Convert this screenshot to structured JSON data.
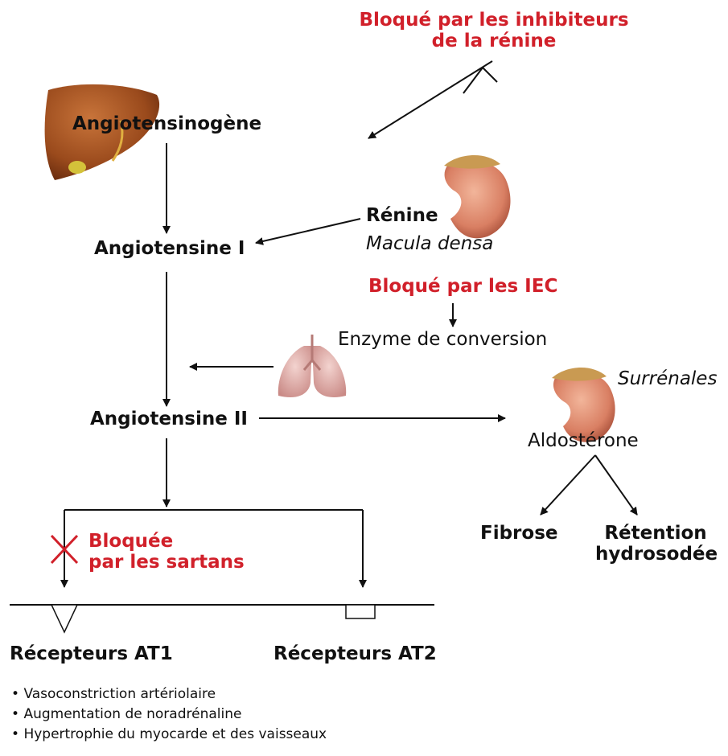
{
  "nodes": {
    "angiotensinogene": "Angiotensinogène",
    "angiotensine_1": "Angiotensine I",
    "angiotensine_2": "Angiotensine II",
    "renine": "Rénine",
    "macula_densa": "Macula densa",
    "enzyme": "Enzyme de conversion",
    "aldosterone": "Aldostérone",
    "surrenales": "Surrénales",
    "fibrose": "Fibrose",
    "retention_line1": "Rétention",
    "retention_line2": "hydrosodée",
    "recepteurs_at1": "Récepteurs AT1",
    "recepteurs_at2": "Récepteurs AT2"
  },
  "blockers": {
    "renine_line1": "Bloqué par les inhibiteurs",
    "renine_line2": "de la rénine",
    "iec": "Bloqué par les IEC",
    "sartans_line1": "Bloquée",
    "sartans_line2": "par les sartans"
  },
  "at1_effects": [
    "Vasoconstriction artériolaire",
    "Augmentation de noradrénaline",
    "Hypertrophie du myocarde et des vaisseaux"
  ],
  "colors": {
    "blocker_red": "#d1202a",
    "liver": "#9a4a1c",
    "kidney": "#d97f63",
    "lungs": "#d9a3a0"
  },
  "icons": [
    "liver-icon",
    "kidney-icon",
    "lungs-icon",
    "block-cross-icon"
  ]
}
